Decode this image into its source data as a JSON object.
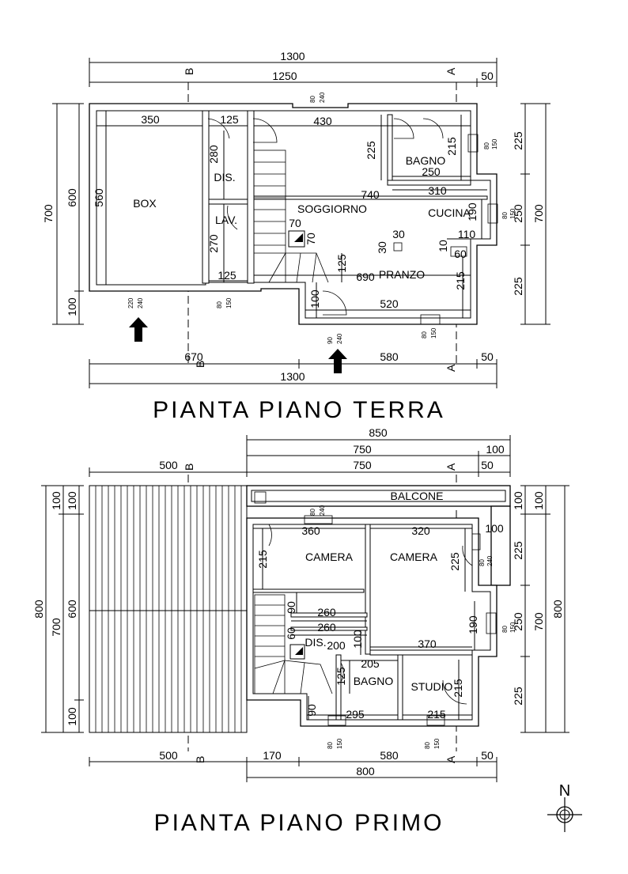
{
  "ground_floor": {
    "title": "PIANTA  PIANO  TERRA",
    "dims_top": {
      "overall": "1300",
      "partial": "1250",
      "edge": "50"
    },
    "dims_bottom": {
      "left": "670",
      "right": "580",
      "edge": "50",
      "overall": "1300"
    },
    "dims_left": {
      "outer": "700",
      "inner": "600",
      "bottom": "100"
    },
    "dims_right": {
      "outer": "700",
      "top": "225",
      "mid": "250",
      "bottom": "225"
    },
    "rooms": {
      "box": "BOX",
      "dis": "DIS.",
      "lav": "LAV.",
      "soggiorno": "SOGGIORNO",
      "cucina": "CUCINA",
      "bagno": "BAGNO",
      "pranzo": "PRANZO"
    },
    "inner_dims": {
      "d350": "350",
      "d125a": "125",
      "d430": "430",
      "d280": "280",
      "d225": "225",
      "d215a": "215",
      "d250": "250",
      "d740": "740",
      "d310": "310",
      "d190": "190",
      "d560": "560",
      "d270": "270",
      "d70a": "70",
      "d70b": "70",
      "d30a": "30",
      "d30b": "30",
      "d110": "110",
      "d10": "10",
      "d60": "60",
      "d125b": "125",
      "d125c": "125",
      "d690": "690",
      "d215b": "215",
      "d100": "100",
      "d520": "520"
    },
    "openings": {
      "o80_240": "80\n240",
      "o220_240": "220\n240",
      "o80_150a": "80\n150",
      "o90_240": "90\n240",
      "o80_150b": "80\n150",
      "o80_150c": "80\n150",
      "o80_150d": "80\n150"
    },
    "section_a": "A",
    "section_b": "B"
  },
  "first_floor": {
    "title": "PIANTA  PIANO  PRIMO",
    "dims_top": {
      "d850": "850",
      "d750a": "750",
      "d100": "100",
      "d500": "500",
      "d750b": "750",
      "d50": "50"
    },
    "dims_bottom": {
      "d500": "500",
      "d170": "170",
      "d580": "580",
      "d50": "50",
      "d800": "800"
    },
    "dims_left": {
      "d800": "800",
      "d700": "700",
      "d600": "600",
      "d100a": "100",
      "d100b": "100",
      "d100c": "100"
    },
    "dims_right": {
      "d100a": "100",
      "d100b": "100",
      "d225a": "225",
      "d250": "250",
      "d225b": "225",
      "d700": "700",
      "d800": "800"
    },
    "rooms": {
      "balcone": "BALCONE",
      "camera1": "CAMERA",
      "camera2": "CAMERA",
      "dis": "DIS.",
      "bagno": "BAGNO",
      "studio": "STUDIO"
    },
    "inner_dims": {
      "d360": "360",
      "d320": "320",
      "d100r": "100",
      "d215a": "215",
      "d225": "225",
      "d90": "90",
      "d260a": "260",
      "d260b": "260",
      "d60": "60",
      "d200": "200",
      "d100": "100",
      "d370": "370",
      "d190": "190",
      "d205": "205",
      "d125": "125",
      "d215b": "215",
      "d90b": "90",
      "d295": "295",
      "d215c": "215"
    },
    "openings": {
      "o80_240a": "80\n240",
      "o80_240b": "80\n240",
      "o80_150a": "80\n150",
      "o80_150b": "80\n150",
      "o80_150c": "80\n150"
    }
  },
  "north_label": "N"
}
